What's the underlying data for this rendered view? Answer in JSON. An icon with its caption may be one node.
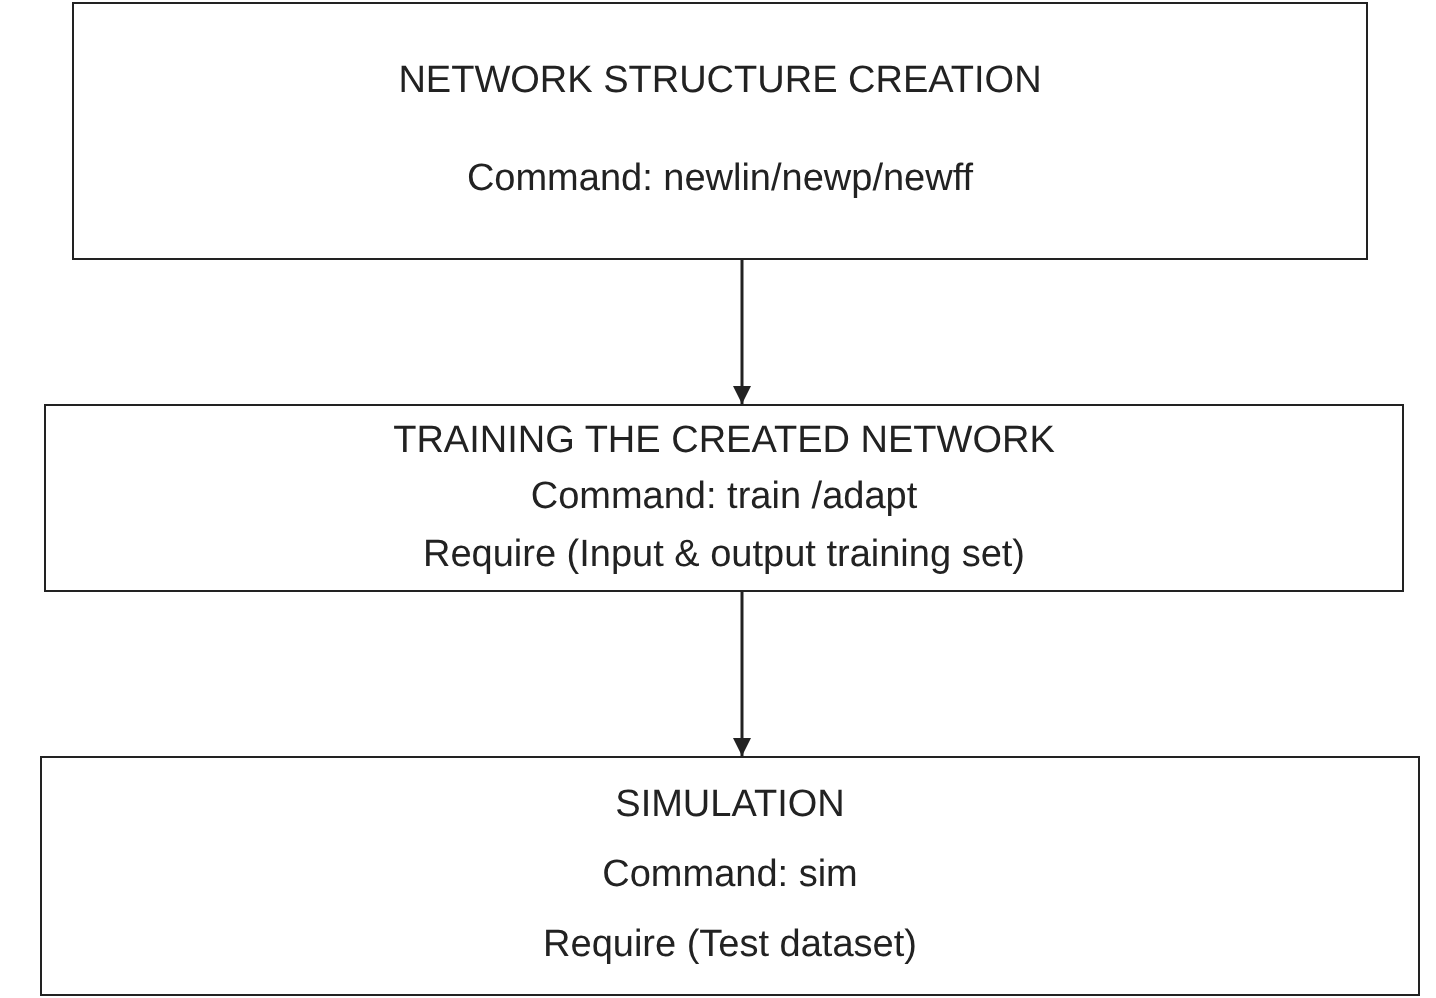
{
  "diagram": {
    "nodes": [
      {
        "text": [
          "NETWORK STRUCTURE CREATION",
          "Command:  newlin/newp/newff"
        ]
      },
      {
        "text": [
          "TRAINING THE CREATED NETWORK",
          "Command:  train /adapt",
          "Require (Input & output training set)"
        ]
      },
      {
        "text": [
          "SIMULATION",
          "Command: sim",
          "Require (Test dataset)"
        ]
      }
    ],
    "edges": [
      {
        "from": 0,
        "to": 1,
        "arrow": "to"
      },
      {
        "from": 1,
        "to": 2,
        "arrow": "to"
      }
    ]
  }
}
